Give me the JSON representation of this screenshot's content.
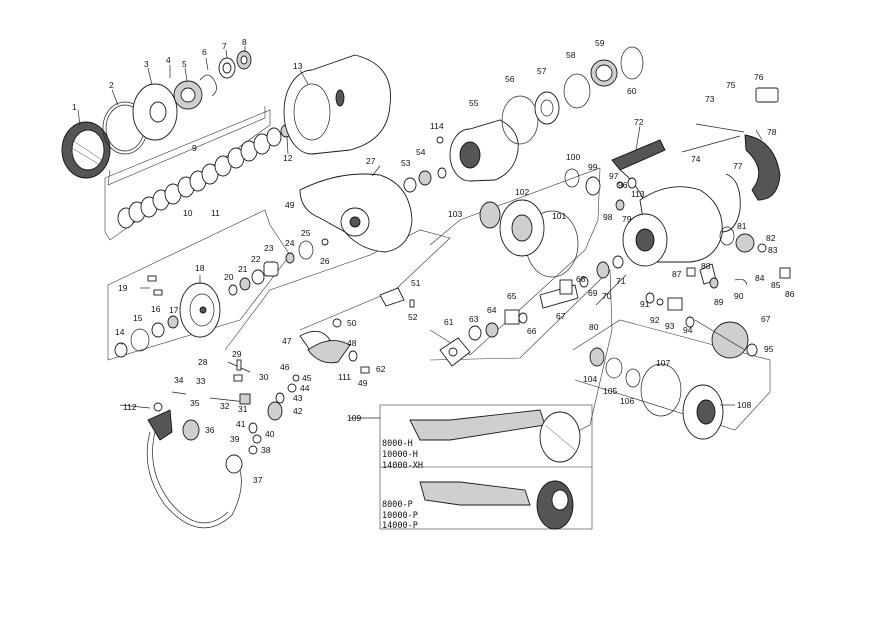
{
  "parts": [
    {
      "id": "1",
      "label": "1"
    },
    {
      "id": "2",
      "label": "2"
    },
    {
      "id": "3",
      "label": "3"
    },
    {
      "id": "4",
      "label": "4"
    },
    {
      "id": "5",
      "label": "5"
    },
    {
      "id": "6",
      "label": "6"
    },
    {
      "id": "7",
      "label": "7"
    },
    {
      "id": "8",
      "label": "8"
    },
    {
      "id": "9",
      "label": "9"
    },
    {
      "id": "10",
      "label": "10"
    },
    {
      "id": "11",
      "label": "11"
    },
    {
      "id": "12",
      "label": "12"
    },
    {
      "id": "13",
      "label": "13"
    },
    {
      "id": "14",
      "label": "14"
    },
    {
      "id": "15",
      "label": "15"
    },
    {
      "id": "16",
      "label": "16"
    },
    {
      "id": "17",
      "label": "17"
    },
    {
      "id": "18",
      "label": "18"
    },
    {
      "id": "19",
      "label": "19"
    },
    {
      "id": "20",
      "label": "20"
    },
    {
      "id": "21",
      "label": "21"
    },
    {
      "id": "22",
      "label": "22"
    },
    {
      "id": "23",
      "label": "23"
    },
    {
      "id": "24",
      "label": "24"
    },
    {
      "id": "25",
      "label": "25"
    },
    {
      "id": "26",
      "label": "26"
    },
    {
      "id": "27",
      "label": "27"
    },
    {
      "id": "28",
      "label": "28"
    },
    {
      "id": "29",
      "label": "29"
    },
    {
      "id": "30",
      "label": "30"
    },
    {
      "id": "31",
      "label": "31"
    },
    {
      "id": "32",
      "label": "32"
    },
    {
      "id": "33",
      "label": "33"
    },
    {
      "id": "34",
      "label": "34"
    },
    {
      "id": "35",
      "label": "35"
    },
    {
      "id": "36",
      "label": "36"
    },
    {
      "id": "37",
      "label": "37"
    },
    {
      "id": "38",
      "label": "38"
    },
    {
      "id": "39",
      "label": "39"
    },
    {
      "id": "40",
      "label": "40"
    },
    {
      "id": "41",
      "label": "41"
    },
    {
      "id": "42",
      "label": "42"
    },
    {
      "id": "43",
      "label": "43"
    },
    {
      "id": "44",
      "label": "44"
    },
    {
      "id": "45",
      "label": "45"
    },
    {
      "id": "46",
      "label": "46"
    },
    {
      "id": "47",
      "label": "47"
    },
    {
      "id": "48",
      "label": "48"
    },
    {
      "id": "49a",
      "label": "49"
    },
    {
      "id": "49b",
      "label": "49"
    },
    {
      "id": "50",
      "label": "50"
    },
    {
      "id": "51",
      "label": "51"
    },
    {
      "id": "52",
      "label": "52"
    },
    {
      "id": "53",
      "label": "53"
    },
    {
      "id": "54",
      "label": "54"
    },
    {
      "id": "55",
      "label": "55"
    },
    {
      "id": "56",
      "label": "56"
    },
    {
      "id": "57",
      "label": "57"
    },
    {
      "id": "58",
      "label": "58"
    },
    {
      "id": "59",
      "label": "59"
    },
    {
      "id": "60",
      "label": "60"
    },
    {
      "id": "61",
      "label": "61"
    },
    {
      "id": "62",
      "label": "62"
    },
    {
      "id": "63",
      "label": "63"
    },
    {
      "id": "64",
      "label": "64"
    },
    {
      "id": "65",
      "label": "65"
    },
    {
      "id": "66",
      "label": "66"
    },
    {
      "id": "67a",
      "label": "67"
    },
    {
      "id": "67b",
      "label": "67"
    },
    {
      "id": "68",
      "label": "68"
    },
    {
      "id": "69",
      "label": "69"
    },
    {
      "id": "70",
      "label": "70"
    },
    {
      "id": "71",
      "label": "71"
    },
    {
      "id": "72",
      "label": "72"
    },
    {
      "id": "73",
      "label": "73"
    },
    {
      "id": "74",
      "label": "74"
    },
    {
      "id": "75",
      "label": "75"
    },
    {
      "id": "76",
      "label": "76"
    },
    {
      "id": "77",
      "label": "77"
    },
    {
      "id": "78",
      "label": "78"
    },
    {
      "id": "79",
      "label": "79"
    },
    {
      "id": "80",
      "label": "80"
    },
    {
      "id": "81",
      "label": "81"
    },
    {
      "id": "82",
      "label": "82"
    },
    {
      "id": "83",
      "label": "83"
    },
    {
      "id": "84",
      "label": "84"
    },
    {
      "id": "85",
      "label": "85"
    },
    {
      "id": "86",
      "label": "86"
    },
    {
      "id": "87",
      "label": "87"
    },
    {
      "id": "88",
      "label": "88"
    },
    {
      "id": "89",
      "label": "89"
    },
    {
      "id": "90",
      "label": "90"
    },
    {
      "id": "91",
      "label": "91"
    },
    {
      "id": "92",
      "label": "92"
    },
    {
      "id": "93",
      "label": "93"
    },
    {
      "id": "94",
      "label": "94"
    },
    {
      "id": "95",
      "label": "95"
    },
    {
      "id": "96",
      "label": "96"
    },
    {
      "id": "97",
      "label": "97"
    },
    {
      "id": "98",
      "label": "98"
    },
    {
      "id": "99",
      "label": "99"
    },
    {
      "id": "100",
      "label": "100"
    },
    {
      "id": "101",
      "label": "101"
    },
    {
      "id": "102",
      "label": "102"
    },
    {
      "id": "103",
      "label": "103"
    },
    {
      "id": "104",
      "label": "104"
    },
    {
      "id": "105",
      "label": "105"
    },
    {
      "id": "106",
      "label": "106"
    },
    {
      "id": "107",
      "label": "107"
    },
    {
      "id": "108",
      "label": "108"
    },
    {
      "id": "109",
      "label": "109"
    },
    {
      "id": "111",
      "label": "111"
    },
    {
      "id": "112",
      "label": "112"
    },
    {
      "id": "113",
      "label": "113"
    },
    {
      "id": "114",
      "label": "114"
    }
  ],
  "handle_models": {
    "h_type": [
      "8000-H",
      "10000-H",
      "14000-XH"
    ],
    "p_type": [
      "8000-P",
      "10000-P",
      "14000-P"
    ]
  }
}
